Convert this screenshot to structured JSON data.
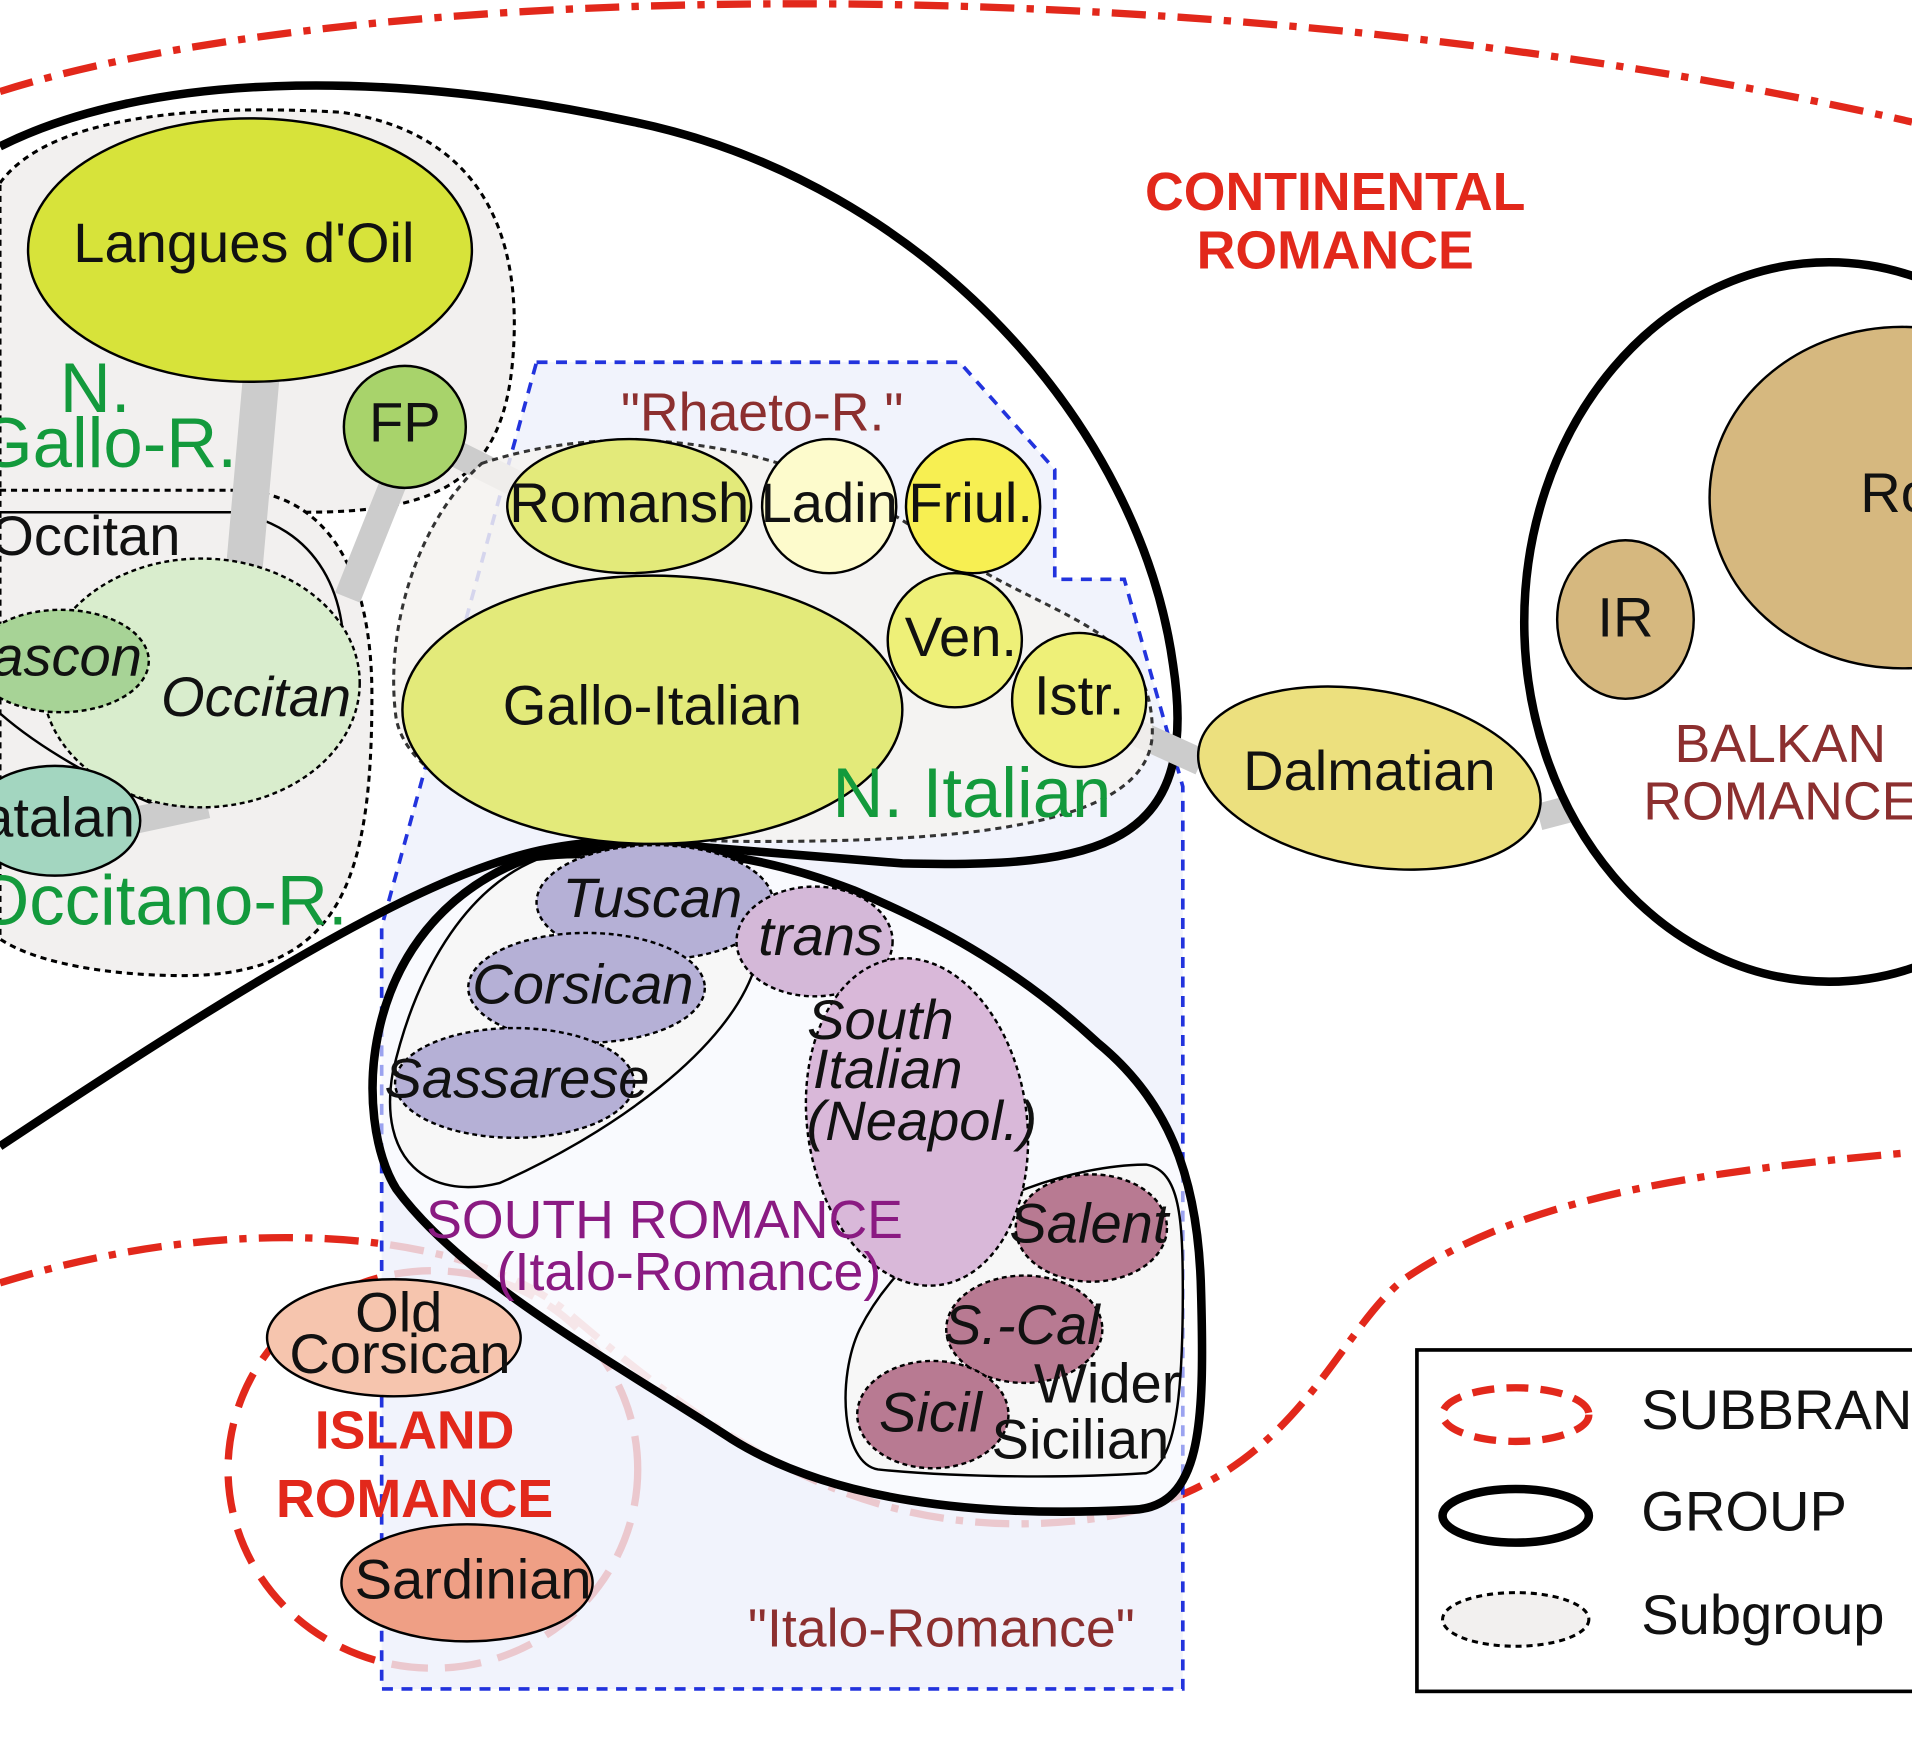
{
  "subbranches": {
    "continental": [
      "CONTINENTAL",
      "ROMANCE"
    ],
    "island": [
      "ISLAND",
      "ROMANCE"
    ]
  },
  "groups": {
    "balkan": [
      "BALKAN",
      "ROMANCE"
    ],
    "south": [
      "SOUTH ROMANCE",
      "(Italo-Romance)"
    ]
  },
  "subgroups": {
    "n_gallo": [
      "N.",
      "Gallo-R."
    ],
    "occitano": "Occitano-R.",
    "n_italian": "N. Italian",
    "rhaeto": "\"Rhaeto-R.\"",
    "italo_region": "\"Italo-Romance\"",
    "wider_sicilian": [
      "Wider",
      "Sicilian"
    ]
  },
  "languages": {
    "langues_doil": "Langues d'Oil",
    "fp": "FP",
    "occitan_outer": "Occitan",
    "occitan_inner": "Occitan",
    "gascon": "ascon",
    "catalan": "atalan",
    "romansh": "Romansh",
    "ladin": "Ladin",
    "friul": "Friul.",
    "gallo_italian": "Gallo-Italian",
    "ven": "Ven.",
    "istr": "Istr.",
    "dalmatian": "Dalmatian",
    "ir": "IR",
    "ro": "Ro",
    "tuscan": "Tuscan",
    "trans": "trans",
    "corsican": "Corsican",
    "sassarese": "Sassarese",
    "south_italian": [
      "South",
      "Italian",
      "(Neapol.)"
    ],
    "salent": "Salent",
    "s_cal": "S.-Cal",
    "sicil": "Sicil",
    "old_corsican": [
      "Old",
      "Corsican"
    ],
    "sardinian": "Sardinian"
  },
  "legend": {
    "subbranch": "SUBBRANCH",
    "group": "GROUP",
    "subgroup": "Subgroup"
  },
  "colors": {
    "subbranch_line": "#e2281b",
    "group_line": "#000000",
    "italo_region_border": "#2233dd",
    "label_green": "#139a3c",
    "label_maroon": "#8c2f2f",
    "label_purple": "#8a1a82"
  }
}
